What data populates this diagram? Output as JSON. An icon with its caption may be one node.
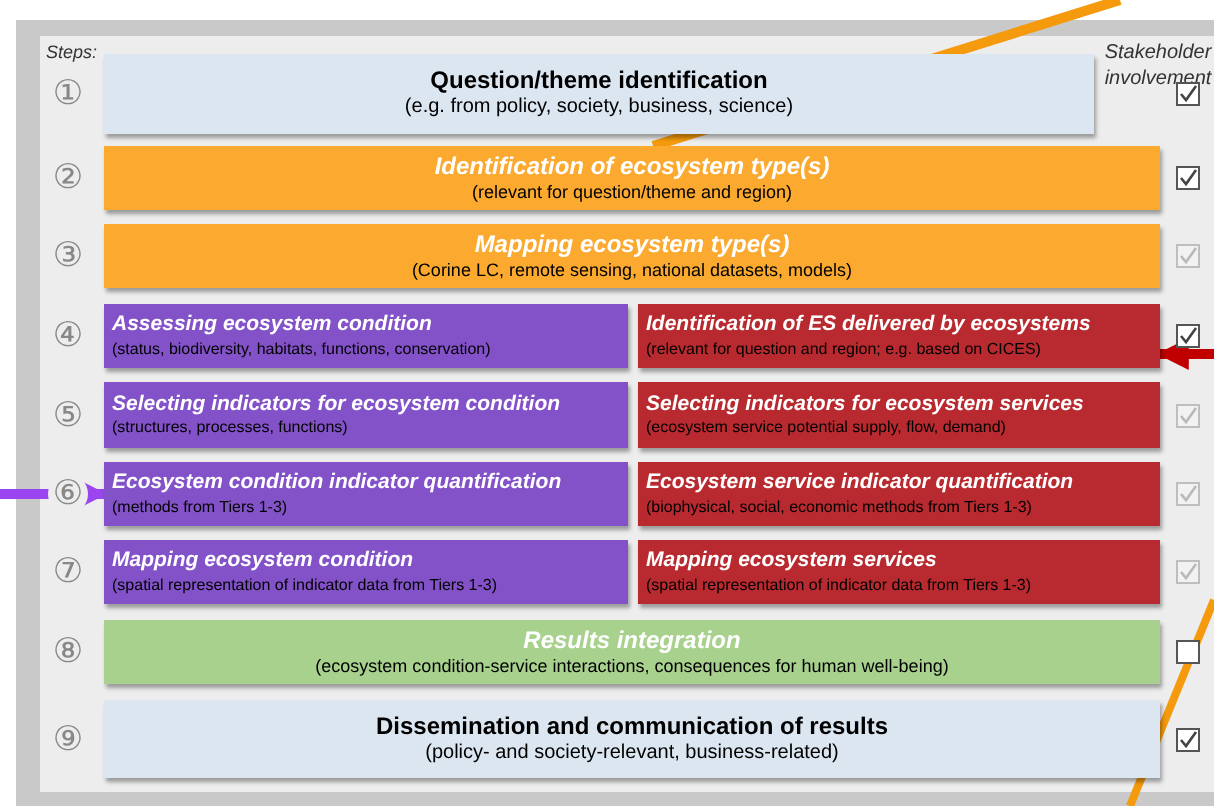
{
  "diagram": {
    "nodes": [
      {
        "text": [
          "Question/theme identification",
          "(e.g. from policy, society, business, science)"
        ]
      },
      {
        "text": [
          "Identification of ecosystem type(s)",
          "(relevant for question/theme and region)"
        ]
      },
      {
        "text": [
          "Mapping ecosystem type(s)",
          "(Corine LC, remote sensing, national datasets, models)"
        ]
      },
      {
        "text": [
          "Assessing ecosystem condition",
          "(status, biodiversity, habitats, functions, conservation)"
        ]
      },
      {
        "text": [
          "Identification of ES delivered by ecosystems",
          "(relevant for question and region; e.g. based on CICES)"
        ]
      },
      {
        "text": [
          "Selecting indicators for ecosystem condition",
          "(structures, processes, functions)"
        ]
      },
      {
        "text": [
          "Selecting indicators for ecosystem services",
          "(ecosystem service potential supply, flow, demand)"
        ]
      },
      {
        "text": [
          "Ecosystem condition indicator quantification",
          "(methods from Tiers 1-3)"
        ]
      },
      {
        "text": [
          "Ecosystem service indicator quantification",
          "(biophysical, social, economic methods from Tiers 1-3)"
        ]
      },
      {
        "text": [
          "Mapping ecosystem condition",
          "(spatial representation of indicator data from Tiers 1-3)"
        ]
      },
      {
        "text": [
          "Mapping ecosystem services",
          "(spatial representation of indicator data from Tiers 1-3)"
        ]
      },
      {
        "text": [
          "Results integration",
          "(ecosystem condition-service interactions, consequences for human well-being)"
        ]
      },
      {
        "text": [
          "Dissemination and communication of results",
          "(policy- and society-relevant, business-related)"
        ]
      }
    ],
    "edges": [
      {
        "from": null,
        "to": 1,
        "arrow": "none",
        "color": "#f59a0c"
      },
      {
        "from": null,
        "to": 7,
        "arrow": "to",
        "color": "#9b45f0"
      },
      {
        "from": null,
        "to": 4,
        "arrow": "to",
        "color": "#c00000"
      }
    ],
    "labels": [
      "Steps:",
      "Stakeholder involvement",
      "①",
      "②",
      "③",
      "④",
      "⑤",
      "⑥",
      "⑦",
      "⑧",
      "⑨"
    ]
  }
}
